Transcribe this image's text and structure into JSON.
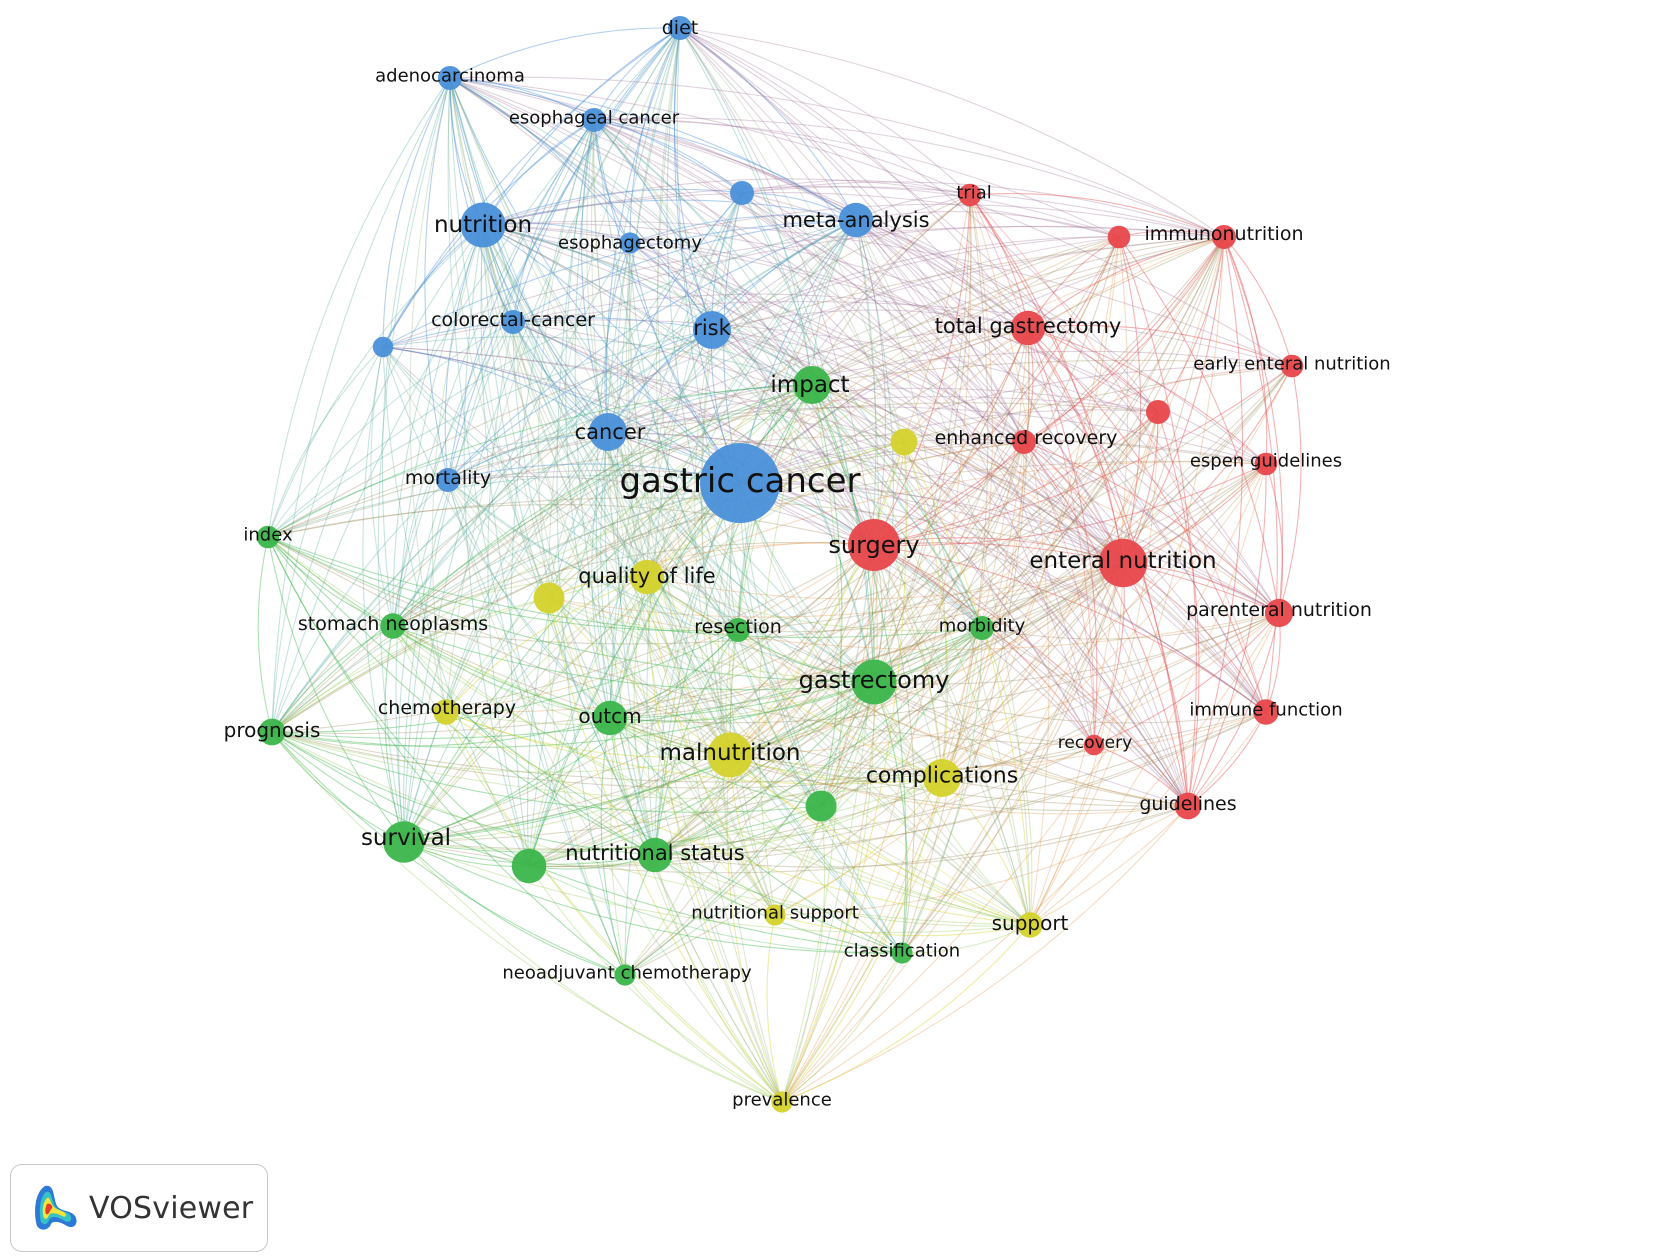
{
  "app": {
    "brand": "VOSviewer",
    "logo_icon": "vosviewer-density-logo"
  },
  "clusters": {
    "red": "#e8474b",
    "green": "#3bb54a",
    "blue": "#4a90d9",
    "yellow": "#d4d22c"
  },
  "nodes": [
    {
      "id": "gastric_cancer",
      "label": "gastric cancer",
      "cluster": "blue",
      "weight": 10
    },
    {
      "id": "nutrition",
      "label": "nutrition",
      "cluster": "blue",
      "weight": 5
    },
    {
      "id": "cancer",
      "label": "cancer",
      "cluster": "blue",
      "weight": 4
    },
    {
      "id": "risk",
      "label": "risk",
      "cluster": "blue",
      "weight": 4
    },
    {
      "id": "meta_analysis",
      "label": "meta-analysis",
      "cluster": "blue",
      "weight": 3.5
    },
    {
      "id": "diet",
      "label": "diet",
      "cluster": "blue",
      "weight": 2
    },
    {
      "id": "adenocarcinoma",
      "label": "adenocarcinoma",
      "cluster": "blue",
      "weight": 2
    },
    {
      "id": "esophageal_cancer",
      "label": "esophageal cancer",
      "cluster": "blue",
      "weight": 2
    },
    {
      "id": "esophagectomy",
      "label": "esophagectomy",
      "cluster": "blue",
      "weight": 1.6
    },
    {
      "id": "colorectal_cancer",
      "label": "colorectal-cancer",
      "cluster": "blue",
      "weight": 2
    },
    {
      "id": "mortality",
      "label": "mortality",
      "cluster": "blue",
      "weight": 2
    },
    {
      "id": "blue_unlabeled_1",
      "label": "",
      "cluster": "blue",
      "weight": 2
    },
    {
      "id": "blue_unlabeled_2",
      "label": "",
      "cluster": "blue",
      "weight": 1.5
    },
    {
      "id": "surgery",
      "label": "surgery",
      "cluster": "red",
      "weight": 6
    },
    {
      "id": "enteral_nutrition",
      "label": "enteral nutrition",
      "cluster": "red",
      "weight": 5.5
    },
    {
      "id": "total_gastrectomy",
      "label": "total gastrectomy",
      "cluster": "red",
      "weight": 3.5
    },
    {
      "id": "trial",
      "label": "trial",
      "cluster": "red",
      "weight": 1.8
    },
    {
      "id": "immunonutrition",
      "label": "immunonutrition",
      "cluster": "red",
      "weight": 2
    },
    {
      "id": "early_enteral_nutrition",
      "label": "early enteral nutrition",
      "cluster": "red",
      "weight": 1.8
    },
    {
      "id": "espen_guidelines",
      "label": "espen guidelines",
      "cluster": "red",
      "weight": 1.8
    },
    {
      "id": "parenteral_nutrition",
      "label": "parenteral nutrition",
      "cluster": "red",
      "weight": 2.6
    },
    {
      "id": "immune_function",
      "label": "immune function",
      "cluster": "red",
      "weight": 2.2
    },
    {
      "id": "guidelines",
      "label": "guidelines",
      "cluster": "red",
      "weight": 2.4
    },
    {
      "id": "recovery",
      "label": "recovery",
      "cluster": "red",
      "weight": 1.5
    },
    {
      "id": "red_unlabeled_1",
      "label": "",
      "cluster": "red",
      "weight": 1.8
    },
    {
      "id": "red_unlabeled_2",
      "label": "",
      "cluster": "red",
      "weight": 2
    },
    {
      "id": "enhanced_recovery_red",
      "label": "",
      "cluster": "red",
      "weight": 2
    },
    {
      "id": "gastrectomy",
      "label": "gastrectomy",
      "cluster": "green",
      "weight": 5
    },
    {
      "id": "impact",
      "label": "impact",
      "cluster": "green",
      "weight": 4
    },
    {
      "id": "survival",
      "label": "survival",
      "cluster": "green",
      "weight": 4.5
    },
    {
      "id": "nutritional_status",
      "label": "nutritional status",
      "cluster": "green",
      "weight": 3.5
    },
    {
      "id": "outcm",
      "label": "outcm",
      "cluster": "green",
      "weight": 3.5
    },
    {
      "id": "stomach_neoplasms",
      "label": "stomach neoplasms",
      "cluster": "green",
      "weight": 2.2
    },
    {
      "id": "prognosis",
      "label": "prognosis",
      "cluster": "green",
      "weight": 2.4
    },
    {
      "id": "index",
      "label": "index",
      "cluster": "green",
      "weight": 1.8
    },
    {
      "id": "resection",
      "label": "resection",
      "cluster": "green",
      "weight": 2
    },
    {
      "id": "morbidity",
      "label": "morbidity",
      "cluster": "green",
      "weight": 2
    },
    {
      "id": "neoadjuvant_chemotherapy",
      "label": "neoadjuvant chemotherapy",
      "cluster": "green",
      "weight": 1.6
    },
    {
      "id": "classification",
      "label": "classification",
      "cluster": "green",
      "weight": 1.6
    },
    {
      "id": "green_unlabeled_1",
      "label": "",
      "cluster": "green",
      "weight": 3.5
    },
    {
      "id": "green_unlabeled_2",
      "label": "",
      "cluster": "green",
      "weight": 3
    },
    {
      "id": "malnutrition",
      "label": "malnutrition",
      "cluster": "yellow",
      "weight": 5
    },
    {
      "id": "quality_of_life",
      "label": "quality of life",
      "cluster": "yellow",
      "weight": 3.5
    },
    {
      "id": "complications",
      "label": "complications",
      "cluster": "yellow",
      "weight": 4
    },
    {
      "id": "enhanced_recovery",
      "label": "enhanced recovery",
      "cluster": "yellow",
      "weight": 2.4
    },
    {
      "id": "chemotherapy",
      "label": "chemotherapy",
      "cluster": "yellow",
      "weight": 2.2
    },
    {
      "id": "nutritional_support",
      "label": "nutritional support",
      "cluster": "yellow",
      "weight": 1.6
    },
    {
      "id": "support",
      "label": "support",
      "cluster": "yellow",
      "weight": 2.2
    },
    {
      "id": "prevalence",
      "label": "prevalence",
      "cluster": "yellow",
      "weight": 1.6
    },
    {
      "id": "yellow_unlabeled_1",
      "label": "",
      "cluster": "yellow",
      "weight": 3
    }
  ]
}
